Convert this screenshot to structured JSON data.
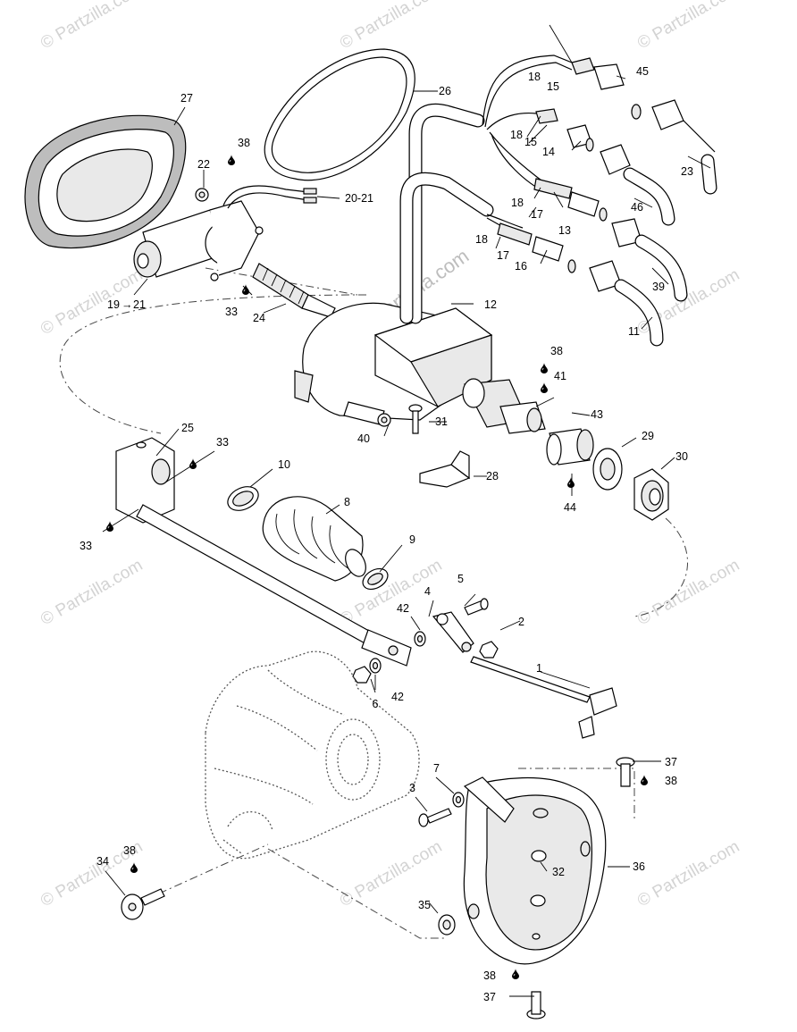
{
  "watermark": {
    "text": "© Partzilla.com",
    "center_text": "© Partzilla.com"
  },
  "labels": {
    "p1": "1",
    "p2": "2",
    "p3": "3",
    "p4": "4",
    "p5": "5",
    "p6": "6",
    "p7": "7",
    "p8": "8",
    "p9": "9",
    "p10": "10",
    "p11": "11",
    "p12": "12",
    "p13": "13",
    "p14": "14",
    "p15a": "15",
    "p15b": "15",
    "p16": "16",
    "p17a": "17",
    "p17b": "17",
    "p18a": "18",
    "p18b": "18",
    "p18c": "18",
    "p18d": "18",
    "p19_21": "19",
    "p19_21b": "21",
    "p20_21": "20-21",
    "p22": "22",
    "p23": "23",
    "p24": "24",
    "p25": "25",
    "p26": "26",
    "p27": "27",
    "p28": "28",
    "p29": "29",
    "p30": "30",
    "p31": "31",
    "p32": "32",
    "p33a": "33",
    "p33b": "33",
    "p33c": "33",
    "p34": "34",
    "p35": "35",
    "p36": "36",
    "p37a": "37",
    "p37b": "37",
    "p38a": "38",
    "p38b": "38",
    "p38c": "38",
    "p38d": "38",
    "p38e": "38",
    "p39": "39",
    "p40": "40",
    "p41": "41",
    "p42a": "42",
    "p42b": "42",
    "p43": "43",
    "p44": "44",
    "p45": "45",
    "p46": "46"
  },
  "icons": {
    "drop": "adhesive-drop-icon",
    "arrow": "range-arrow-icon"
  }
}
